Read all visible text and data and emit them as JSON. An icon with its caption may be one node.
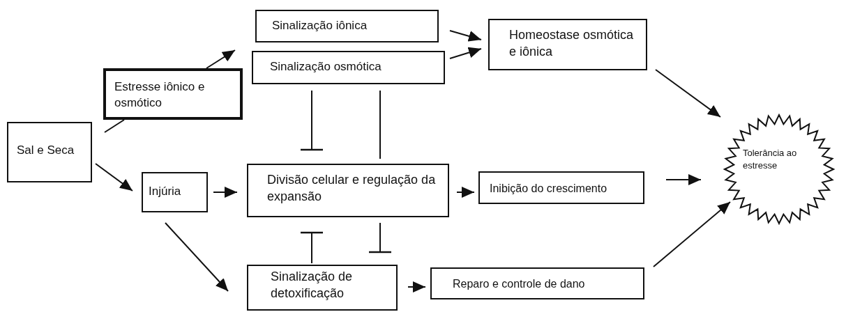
{
  "diagram": {
    "nodes": [
      {
        "text": [
          "Sal e Seca"
        ]
      },
      {
        "text": [
          "Estresse iônico e osmótico"
        ]
      },
      {
        "text": [
          "Sinalização iônica"
        ]
      },
      {
        "text": [
          "Sinalização osmótica"
        ]
      },
      {
        "text": [
          "Homeostase osmótica e iônica"
        ]
      },
      {
        "text": [
          "Injúria"
        ]
      },
      {
        "text": [
          "Divisão celular e regulação da expansão"
        ]
      },
      {
        "text": [
          "Inibição do crescimento"
        ]
      },
      {
        "text": [
          "Sinalização de detoxificação"
        ]
      },
      {
        "text": [
          "Reparo e controle de dano"
        ]
      },
      {
        "text": [
          "Tolerância ao estresse"
        ]
      }
    ],
    "edges": [
      {
        "from": 0,
        "to": 1,
        "arrow": "none"
      },
      {
        "from": 1,
        "to": 3,
        "arrow": "to"
      },
      {
        "from": 2,
        "to": 4,
        "arrow": "to"
      },
      {
        "from": 3,
        "to": 4,
        "arrow": "to"
      },
      {
        "from": 4,
        "to": 10,
        "arrow": "to"
      },
      {
        "from": 0,
        "to": 5,
        "arrow": "to"
      },
      {
        "from": 5,
        "to": 6,
        "arrow": "to"
      },
      {
        "from": 5,
        "to": 8,
        "arrow": "to"
      },
      {
        "from": 6,
        "to": 7,
        "arrow": "to"
      },
      {
        "from": 7,
        "to": 10,
        "arrow": "to"
      },
      {
        "from": 8,
        "to": 9,
        "arrow": "to"
      },
      {
        "from": 9,
        "to": 10,
        "arrow": "to"
      },
      {
        "from": 3,
        "to": 6,
        "arrow": "other"
      },
      {
        "from": 3,
        "to": 6,
        "arrow": "none"
      },
      {
        "from": 8,
        "to": 6,
        "arrow": "other"
      },
      {
        "from": 6,
        "to": 8,
        "arrow": "other"
      }
    ]
  }
}
